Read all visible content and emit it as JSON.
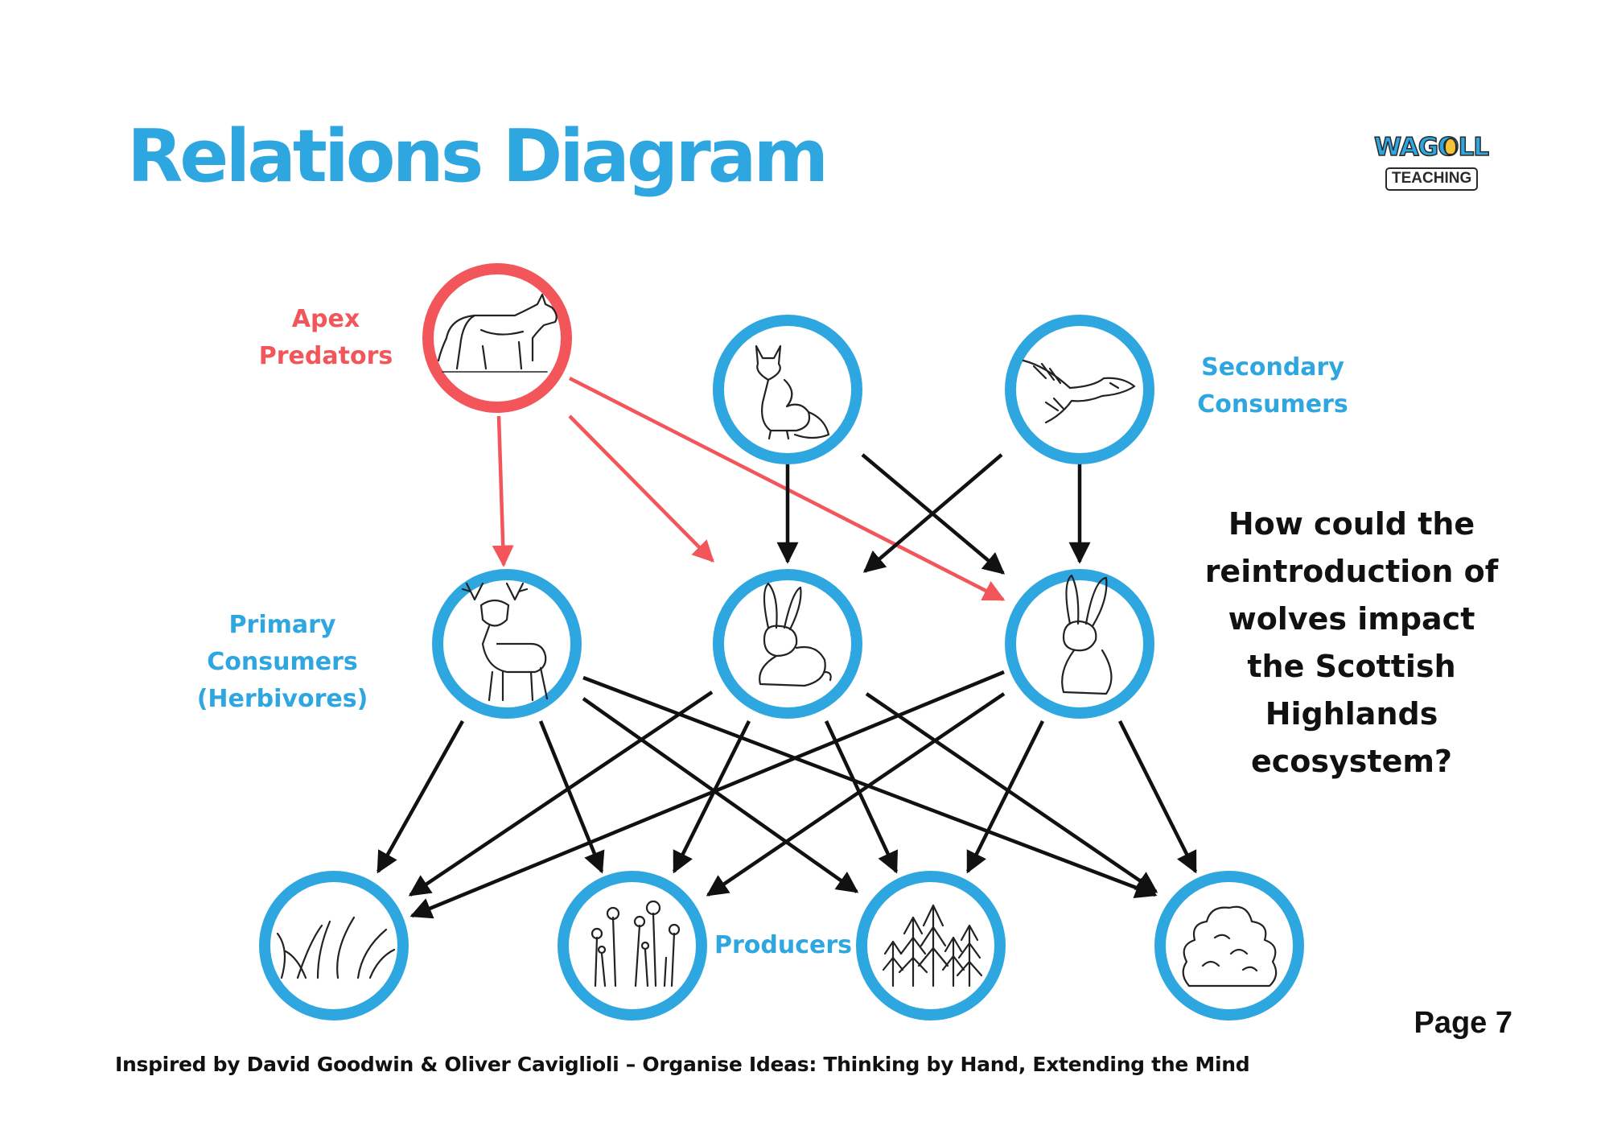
{
  "title": "Relations Diagram",
  "logo": {
    "top": "WAGOLL",
    "bottom": "TEACHING"
  },
  "labels": {
    "apex": [
      "Apex",
      "Predators"
    ],
    "secondary": [
      "Secondary",
      "Consumers"
    ],
    "primary": [
      "Primary Consumers",
      "(Herbivores)"
    ],
    "producers": "Producers"
  },
  "question": [
    "How could the",
    "reintroduction of",
    "wolves impact",
    "the Scottish",
    "Highlands",
    "ecosystem?"
  ],
  "page_number": "Page 7",
  "credit": "Inspired by David Goodwin & Oliver Caviglioli – Organise Ideas: Thinking by Hand, Extending the Mind",
  "colors": {
    "apex": "#f2555a",
    "consumer": "#2ea6df",
    "arrow": "#111111",
    "apex_arrow": "#f2555a"
  },
  "nodes": [
    {
      "id": "wolf",
      "level": "apex",
      "icon": "wolf-icon"
    },
    {
      "id": "fox",
      "level": "secondary",
      "icon": "fox-icon"
    },
    {
      "id": "eagle",
      "level": "secondary",
      "icon": "eagle-icon"
    },
    {
      "id": "deer",
      "level": "primary",
      "icon": "deer-icon"
    },
    {
      "id": "rabbit",
      "level": "primary",
      "icon": "rabbit-icon"
    },
    {
      "id": "hare",
      "level": "primary",
      "icon": "hare-icon"
    },
    {
      "id": "grass",
      "level": "producer",
      "icon": "grass-icon"
    },
    {
      "id": "wildflowers",
      "level": "producer",
      "icon": "wildflowers-icon"
    },
    {
      "id": "trees",
      "level": "producer",
      "icon": "trees-icon"
    },
    {
      "id": "shrub",
      "level": "producer",
      "icon": "shrub-icon"
    }
  ],
  "edges": [
    {
      "from": "wolf",
      "to": "deer"
    },
    {
      "from": "wolf",
      "to": "rabbit"
    },
    {
      "from": "wolf",
      "to": "hare"
    },
    {
      "from": "fox",
      "to": "rabbit"
    },
    {
      "from": "fox",
      "to": "hare"
    },
    {
      "from": "eagle",
      "to": "rabbit"
    },
    {
      "from": "eagle",
      "to": "hare"
    },
    {
      "from": "deer",
      "to": "grass"
    },
    {
      "from": "deer",
      "to": "wildflowers"
    },
    {
      "from": "deer",
      "to": "trees"
    },
    {
      "from": "deer",
      "to": "shrub"
    },
    {
      "from": "rabbit",
      "to": "grass"
    },
    {
      "from": "rabbit",
      "to": "wildflowers"
    },
    {
      "from": "rabbit",
      "to": "trees"
    },
    {
      "from": "rabbit",
      "to": "shrub"
    },
    {
      "from": "hare",
      "to": "grass"
    },
    {
      "from": "hare",
      "to": "wildflowers"
    },
    {
      "from": "hare",
      "to": "trees"
    },
    {
      "from": "hare",
      "to": "shrub"
    }
  ]
}
